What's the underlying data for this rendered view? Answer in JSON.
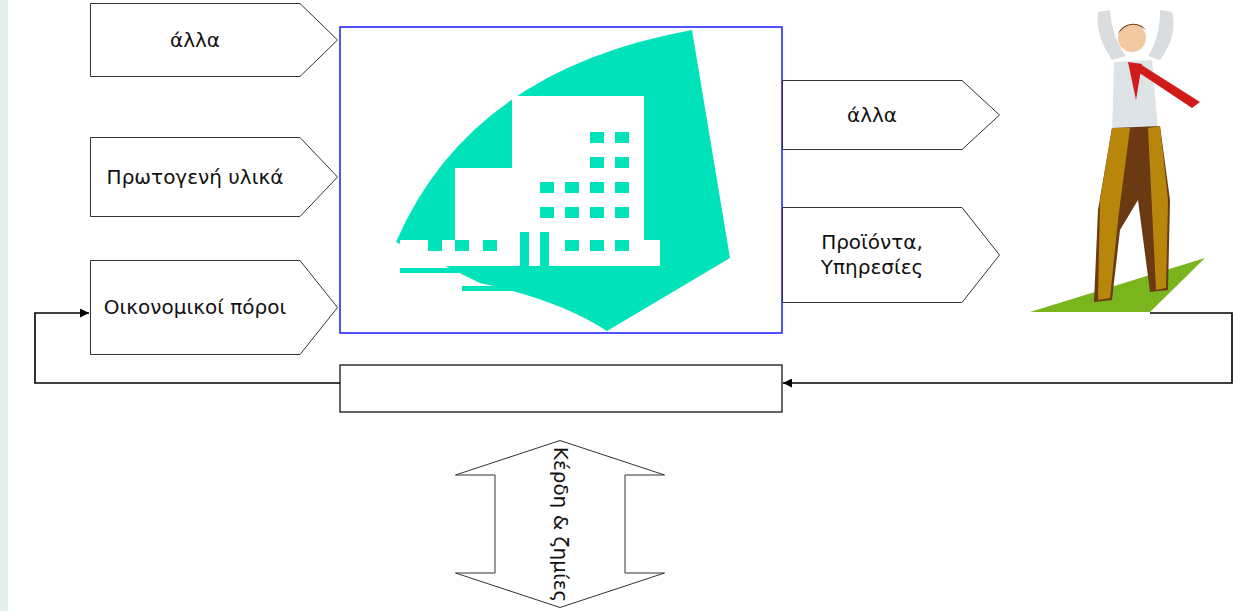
{
  "diagram": {
    "nodes": [
      {
        "text": [
          "άλλα"
        ]
      },
      {
        "text": [
          "Πρωτογενή υλικά"
        ]
      },
      {
        "text": [
          "Οικονομικοί πόροι"
        ]
      },
      {
        "text": [
          "άλλα"
        ]
      },
      {
        "text": [
          "Προϊόντα, Υπηρεσίες"
        ]
      },
      {
        "text": [
          "Κέρδη & ζημίες"
        ]
      }
    ]
  }
}
